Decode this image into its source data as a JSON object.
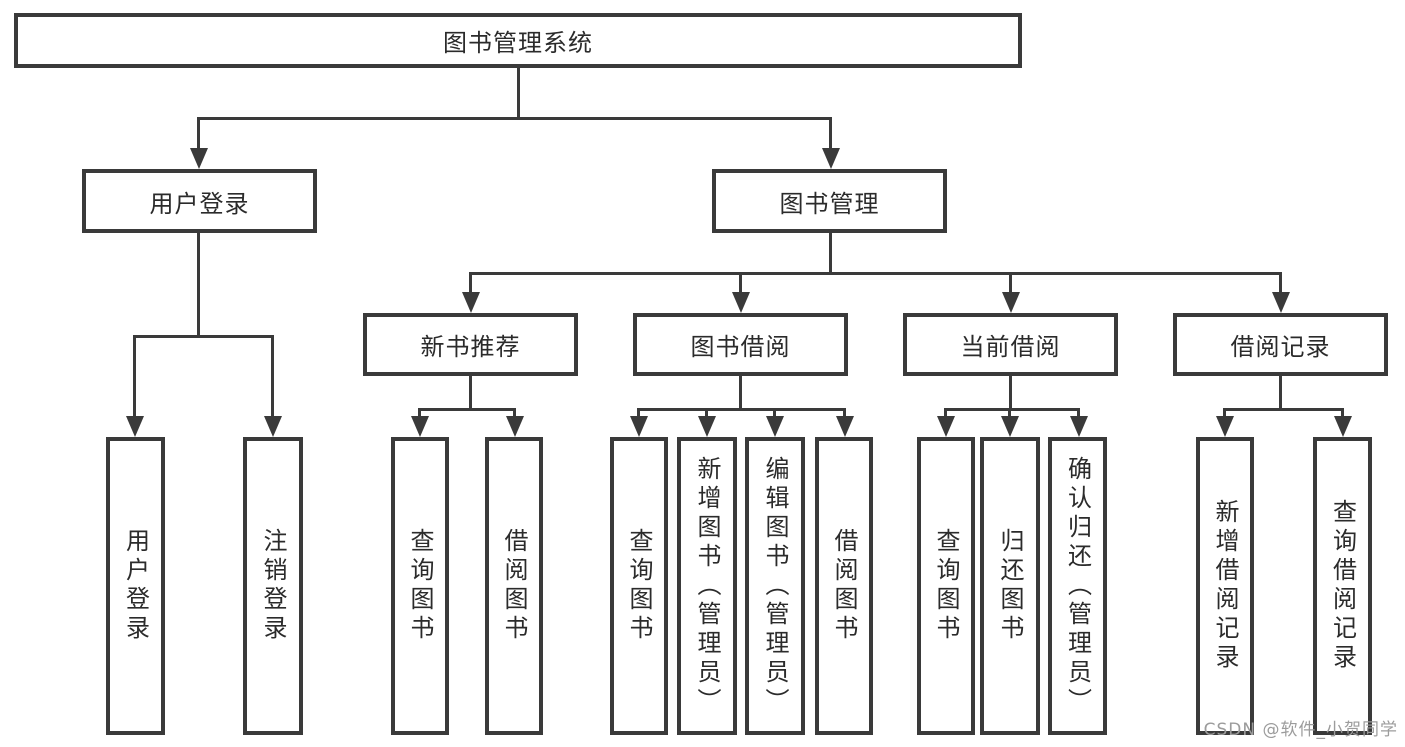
{
  "tree": {
    "label": "图书管理系统",
    "children": [
      {
        "label": "用户登录",
        "children": [
          {
            "label": "用户登录"
          },
          {
            "label": "注销登录"
          }
        ]
      },
      {
        "label": "图书管理",
        "children": [
          {
            "label": "新书推荐",
            "children": [
              {
                "label": "查询图书"
              },
              {
                "label": "借阅图书"
              }
            ]
          },
          {
            "label": "图书借阅",
            "children": [
              {
                "label": "查询图书"
              },
              {
                "label": "新增图书（管理员）"
              },
              {
                "label": "编辑图书（管理员）"
              },
              {
                "label": "借阅图书"
              }
            ]
          },
          {
            "label": "当前借阅",
            "children": [
              {
                "label": "查询图书"
              },
              {
                "label": "归还图书"
              },
              {
                "label": "确认归还（管理员）"
              }
            ]
          },
          {
            "label": "借阅记录",
            "children": [
              {
                "label": "新增借阅记录"
              },
              {
                "label": "查询借阅记录"
              }
            ]
          }
        ]
      }
    ]
  },
  "watermark": {
    "text": "CSDN @软件_小贺同学"
  },
  "colors": {
    "line": "#3a3a3a",
    "box_border": "#3a3a3a",
    "text": "#2b2b2b",
    "watermark": "#9c9c9c",
    "background": "#ffffff"
  }
}
